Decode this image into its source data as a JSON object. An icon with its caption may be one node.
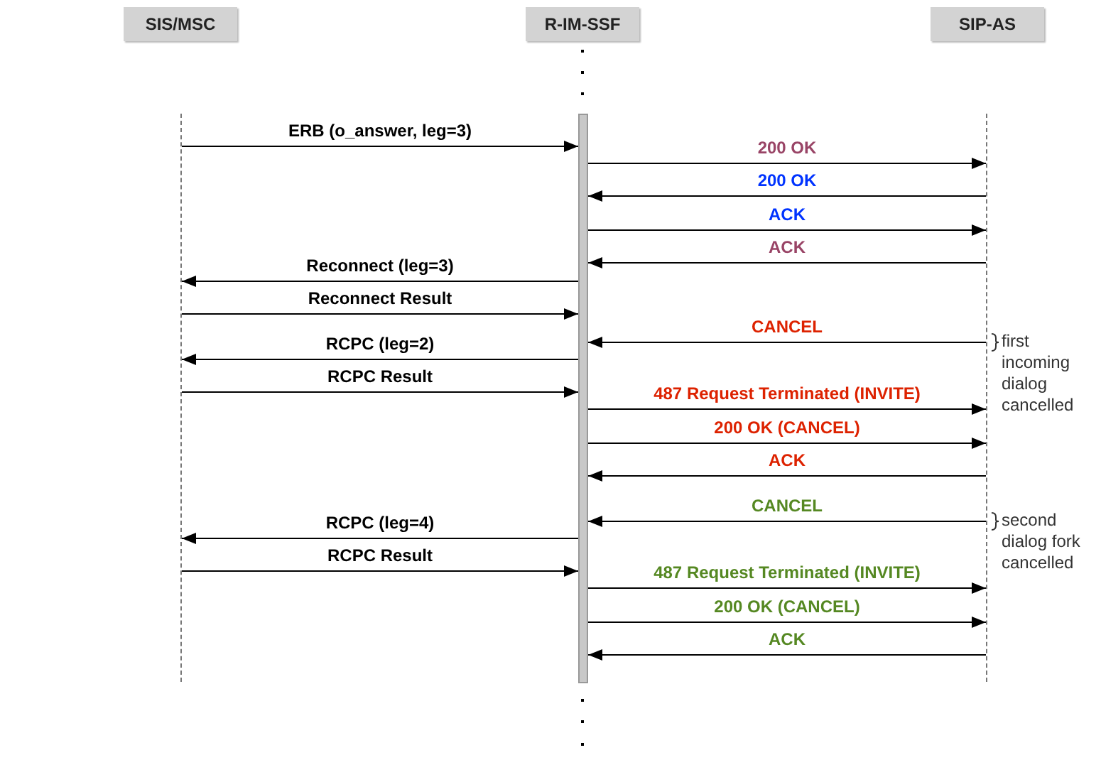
{
  "diagram": {
    "nodes": [
      {
        "text": [
          "SIS/MSC"
        ]
      },
      {
        "text": [
          "R-IM-SSF"
        ]
      },
      {
        "text": [
          "SIP-AS"
        ]
      },
      {
        "text": [],
        "shape": "line"
      },
      {
        "text": [],
        "shape": "bar"
      },
      {
        "text": [],
        "shape": "line"
      }
    ],
    "edges": [
      {
        "from": 3,
        "to": 4,
        "arrow": "to",
        "label": "ERB (o_answer, leg=3)"
      },
      {
        "from": 4,
        "to": 5,
        "arrow": "to",
        "label": "200 OK"
      },
      {
        "from": 5,
        "to": 4,
        "arrow": "to",
        "label": "200 OK"
      },
      {
        "from": 4,
        "to": 5,
        "arrow": "to",
        "label": "ACK"
      },
      {
        "from": 5,
        "to": 4,
        "arrow": "to",
        "label": "ACK"
      },
      {
        "from": 4,
        "to": 3,
        "arrow": "to",
        "label": "Reconnect (leg=3)"
      },
      {
        "from": 3,
        "to": 4,
        "arrow": "to",
        "label": "Reconnect Result"
      },
      {
        "from": 5,
        "to": 4,
        "arrow": "to",
        "label": "CANCEL"
      },
      {
        "from": 4,
        "to": 3,
        "arrow": "to",
        "label": "RCPC (leg=2)"
      },
      {
        "from": 3,
        "to": 4,
        "arrow": "to",
        "label": "RCPC Result"
      },
      {
        "from": 4,
        "to": 5,
        "arrow": "to",
        "label": "487 Request Terminated (INVITE)"
      },
      {
        "from": 4,
        "to": 5,
        "arrow": "to",
        "label": "200 OK (CANCEL)"
      },
      {
        "from": 5,
        "to": 4,
        "arrow": "to",
        "label": "ACK"
      },
      {
        "from": 5,
        "to": 4,
        "arrow": "to",
        "label": "CANCEL"
      },
      {
        "from": 4,
        "to": 3,
        "arrow": "to",
        "label": "RCPC (leg=4)"
      },
      {
        "from": 3,
        "to": 4,
        "arrow": "to",
        "label": "RCPC Result"
      },
      {
        "from": 4,
        "to": 5,
        "arrow": "to",
        "label": "487 Request Terminated (INVITE)"
      },
      {
        "from": 4,
        "to": 5,
        "arrow": "to",
        "label": "200 OK (CANCEL)"
      },
      {
        "from": 5,
        "to": 4,
        "arrow": "to",
        "label": "ACK"
      }
    ],
    "labels": [
      "first incoming dialog cancelled",
      "second dialog fork cancelled"
    ]
  }
}
